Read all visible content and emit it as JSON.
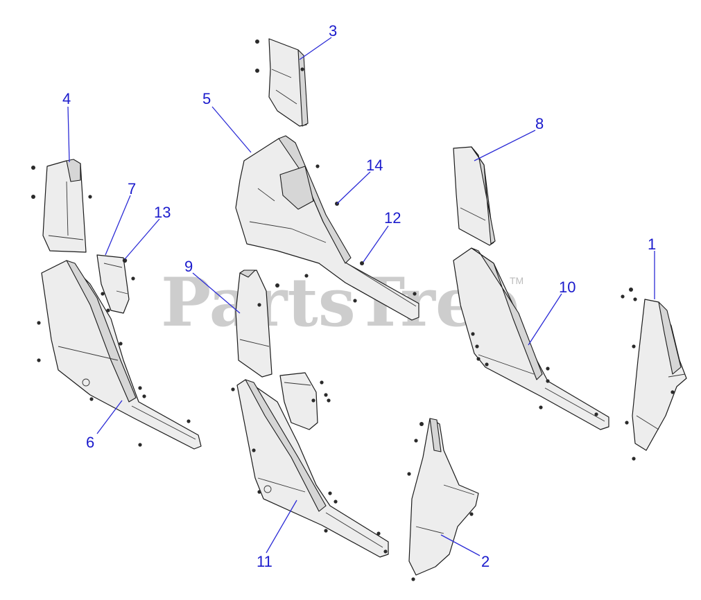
{
  "watermark": {
    "text": "PartsTree",
    "trademark": "TM"
  },
  "callouts": [
    "1",
    "2",
    "3",
    "4",
    "5",
    "6",
    "7",
    "8",
    "9",
    "10",
    "11",
    "12",
    "13",
    "14"
  ]
}
